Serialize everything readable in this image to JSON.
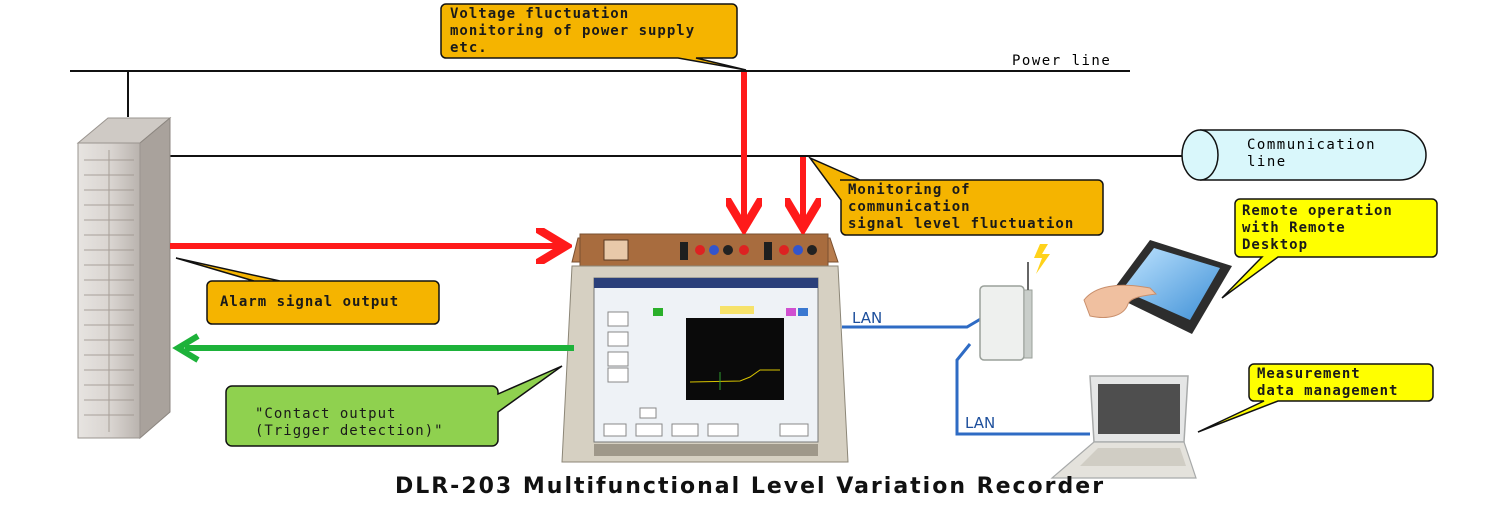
{
  "labels": {
    "power_line": "Power line",
    "communication_line": "Communication\nline",
    "lan_1": "LAN",
    "lan_2": "LAN"
  },
  "callouts": {
    "voltage": "Voltage fluctuation\nmonitoring of power supply\n etc.",
    "comm_signal": "Monitoring of\ncommunication\nsignal level fluctuation",
    "alarm": "Alarm signal output",
    "contact": "\"Contact output\n(Trigger detection)\"",
    "remote": "Remote operation\nwith Remote\nDesktop",
    "measurement": "Measurement\ndata management"
  },
  "caption": "DLR-203 Multifunctional Level Variation Recorder",
  "colors": {
    "orange_callout": "#f5b400",
    "yellow_callout": "#ffff00",
    "green_callout": "#8fd14f",
    "red_arrow": "#ff1a1a",
    "green_arrow": "#1db23a",
    "lan_line": "#2e6bc4",
    "comm_tube": "#d9f7fb"
  }
}
